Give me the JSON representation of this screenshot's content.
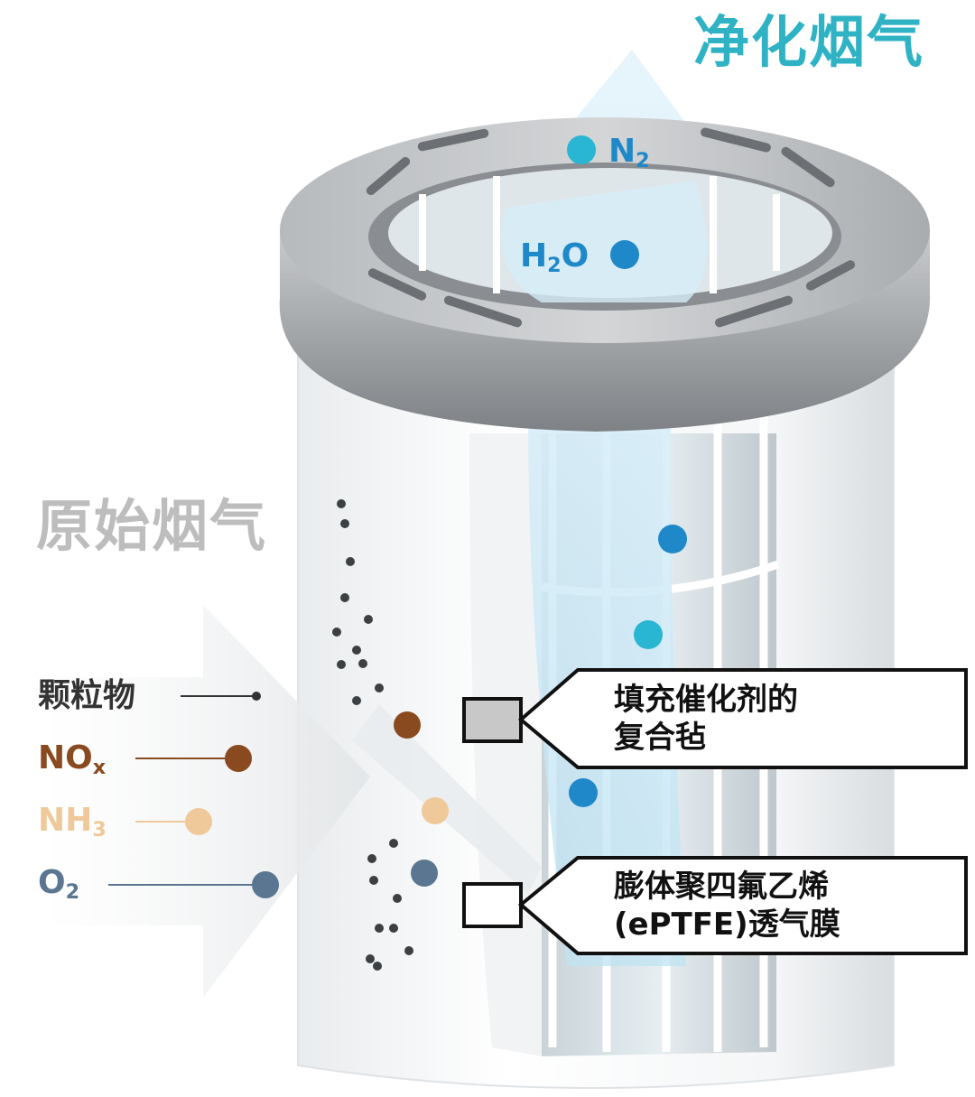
{
  "titles": {
    "clean_gas": "净化烟气",
    "raw_gas": "原始烟气"
  },
  "outlet_gases": [
    {
      "main": "N",
      "sub": "2",
      "suffix": ""
    },
    {
      "main": "H",
      "sub": "2",
      "suffix": "O"
    }
  ],
  "legend": [
    {
      "main": "颗粒物",
      "sub": "",
      "color": "#333333"
    },
    {
      "main": "NO",
      "sub": "x",
      "color": "#8a4a1f"
    },
    {
      "main": "NH",
      "sub": "3",
      "color": "#f0c99a"
    },
    {
      "main": "O",
      "sub": "2",
      "color": "#5a7690"
    }
  ],
  "callouts": [
    {
      "line1": "填充催化剂的",
      "line2": "复合毡"
    },
    {
      "line1": "膨体聚四氟乙烯",
      "line2": "(ePTFE)透气膜"
    }
  ],
  "colors": {
    "clean_title": "#2fb3c4",
    "raw_title": "#bdbdbd",
    "molecule_blue": "#1e88c8",
    "molecule_cyan": "#28b6d2"
  }
}
